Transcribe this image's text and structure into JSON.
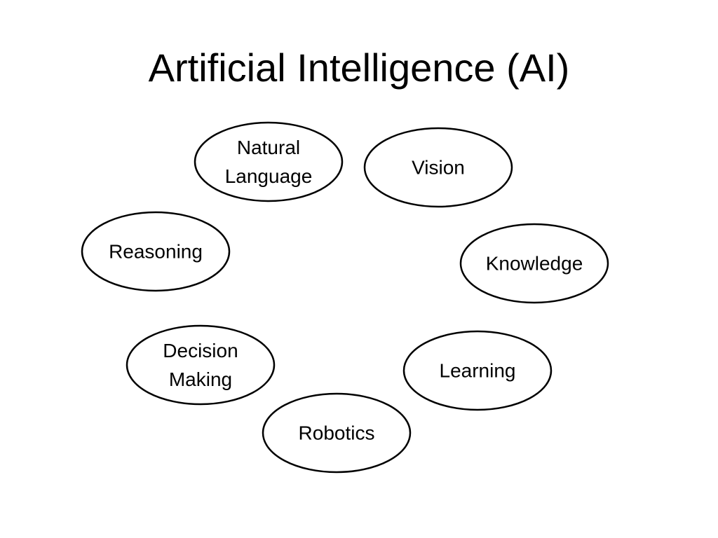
{
  "slide": {
    "title": "Artificial Intelligence (AI)"
  },
  "nodes": [
    {
      "id": "natural-language",
      "lines": [
        "Natural",
        "Language"
      ]
    },
    {
      "id": "vision",
      "lines": [
        "Vision"
      ]
    },
    {
      "id": "reasoning",
      "lines": [
        "Reasoning"
      ]
    },
    {
      "id": "knowledge",
      "lines": [
        "Knowledge"
      ]
    },
    {
      "id": "decision-making",
      "lines": [
        "Decision",
        "Making"
      ]
    },
    {
      "id": "learning",
      "lines": [
        "Learning"
      ]
    },
    {
      "id": "robotics",
      "lines": [
        "Robotics"
      ]
    }
  ],
  "colors": {
    "background": "#ffffff",
    "stroke": "#000000",
    "text": "#000000"
  }
}
